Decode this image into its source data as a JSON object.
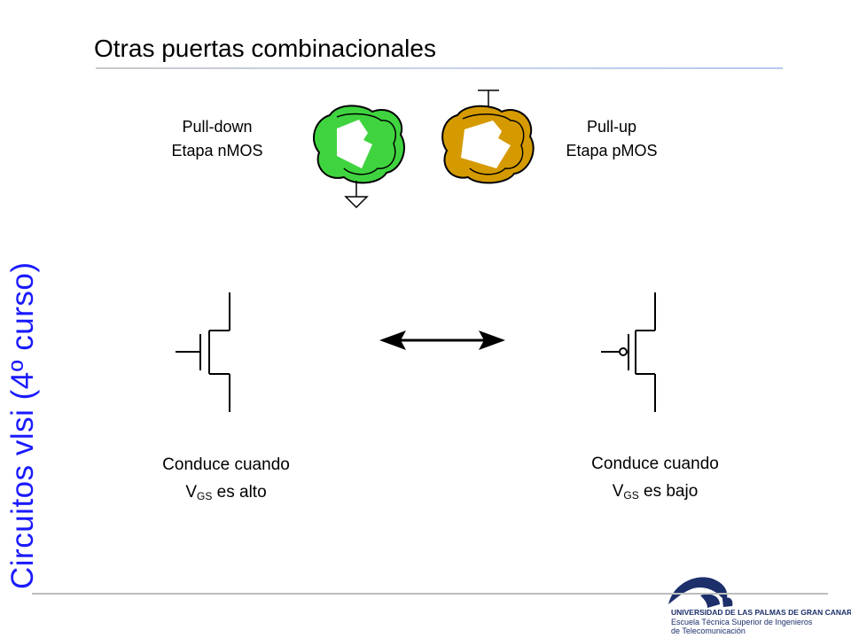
{
  "side_title": "Circuitos vlsi (4º curso)",
  "slide_title": "Otras puertas combinacionales",
  "pull_down": {
    "line1": "Pull-down",
    "line2": "Etapa nMOS"
  },
  "pull_up": {
    "line1": "Pull-up",
    "line2": "Etapa pMOS"
  },
  "nmos_caption": {
    "line1": "Conduce cuando",
    "v": "V",
    "sub": "GS",
    "rest": " es alto"
  },
  "pmos_caption": {
    "line1": "Conduce cuando",
    "v": "V",
    "sub": "GS",
    "rest": " es bajo"
  },
  "logo": {
    "line1": "UNIVERSIDAD DE LAS PALMAS DE GRAN CANARIA",
    "line2": "Escuela Técnica Superior de Ingenieros",
    "line3": "de Telecomunicación"
  },
  "colors": {
    "title_blue": "#1a1aff",
    "nmos_blob": "#3fd43f",
    "pmos_blob": "#d49a00",
    "logo_navy": "#1c2f6b"
  }
}
